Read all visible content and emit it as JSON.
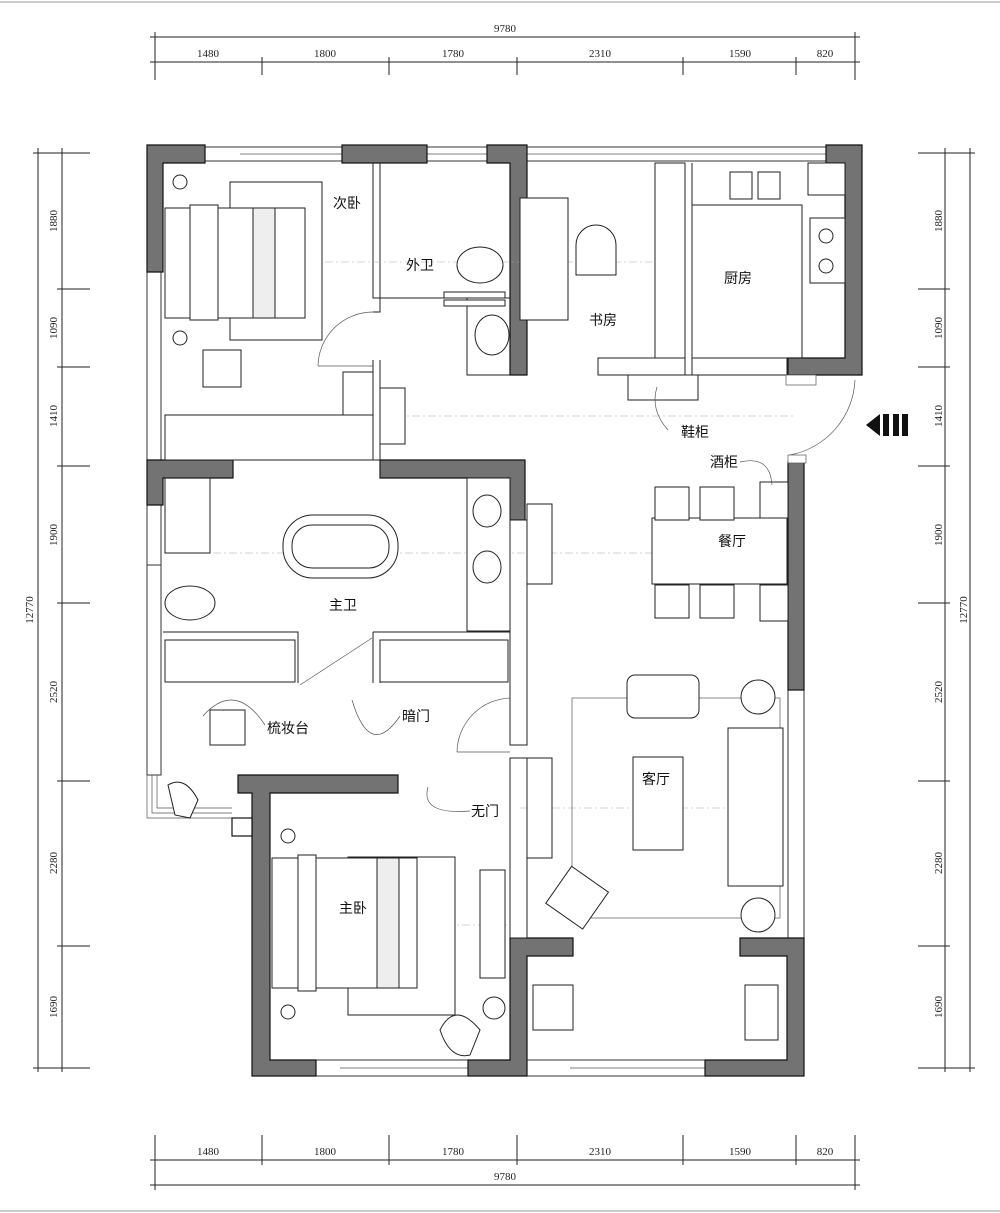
{
  "dimensions": {
    "top_total": "9780",
    "top_segments": [
      "1480",
      "1800",
      "1780",
      "2310",
      "1590",
      "820"
    ],
    "bottom_total": "9780",
    "bottom_segments": [
      "1480",
      "1800",
      "1780",
      "2310",
      "1590",
      "820"
    ],
    "left_total": "12770",
    "left_segments": [
      "1880",
      "1090",
      "1410",
      "1900",
      "2520",
      "2280",
      "1690"
    ],
    "right_total": "12770",
    "right_segments": [
      "1880",
      "1090",
      "1410",
      "1900",
      "2520",
      "2280",
      "1690"
    ]
  },
  "rooms": {
    "second_bedroom": "次卧",
    "guest_bath": "外卫",
    "study": "书房",
    "kitchen": "厨房",
    "shoe_cabinet": "鞋柜",
    "wine_cabinet": "酒柜",
    "dining": "餐厅",
    "master_bath": "主卫",
    "dresser": "梳妆台",
    "hidden_door": "暗门",
    "living": "客厅",
    "no_door": "无门",
    "master_bedroom": "主卧"
  },
  "colors": {
    "wall": "#737373",
    "line": "#222222"
  }
}
